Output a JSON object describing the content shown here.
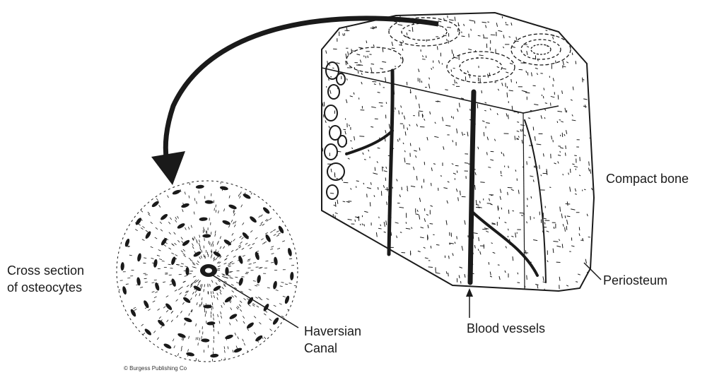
{
  "labels": {
    "compact_bone": "Compact bone",
    "cross_section_line1": "Cross section",
    "cross_section_line2": "of osteocytes",
    "haversian_line1": "Haversian",
    "haversian_line2": "Canal",
    "blood_vessels": "Blood vessels",
    "periosteum": "Periosteum"
  },
  "credit": "© Burgess Publishing Co",
  "colors": {
    "ink": "#1a1a1a",
    "background": "#ffffff"
  }
}
